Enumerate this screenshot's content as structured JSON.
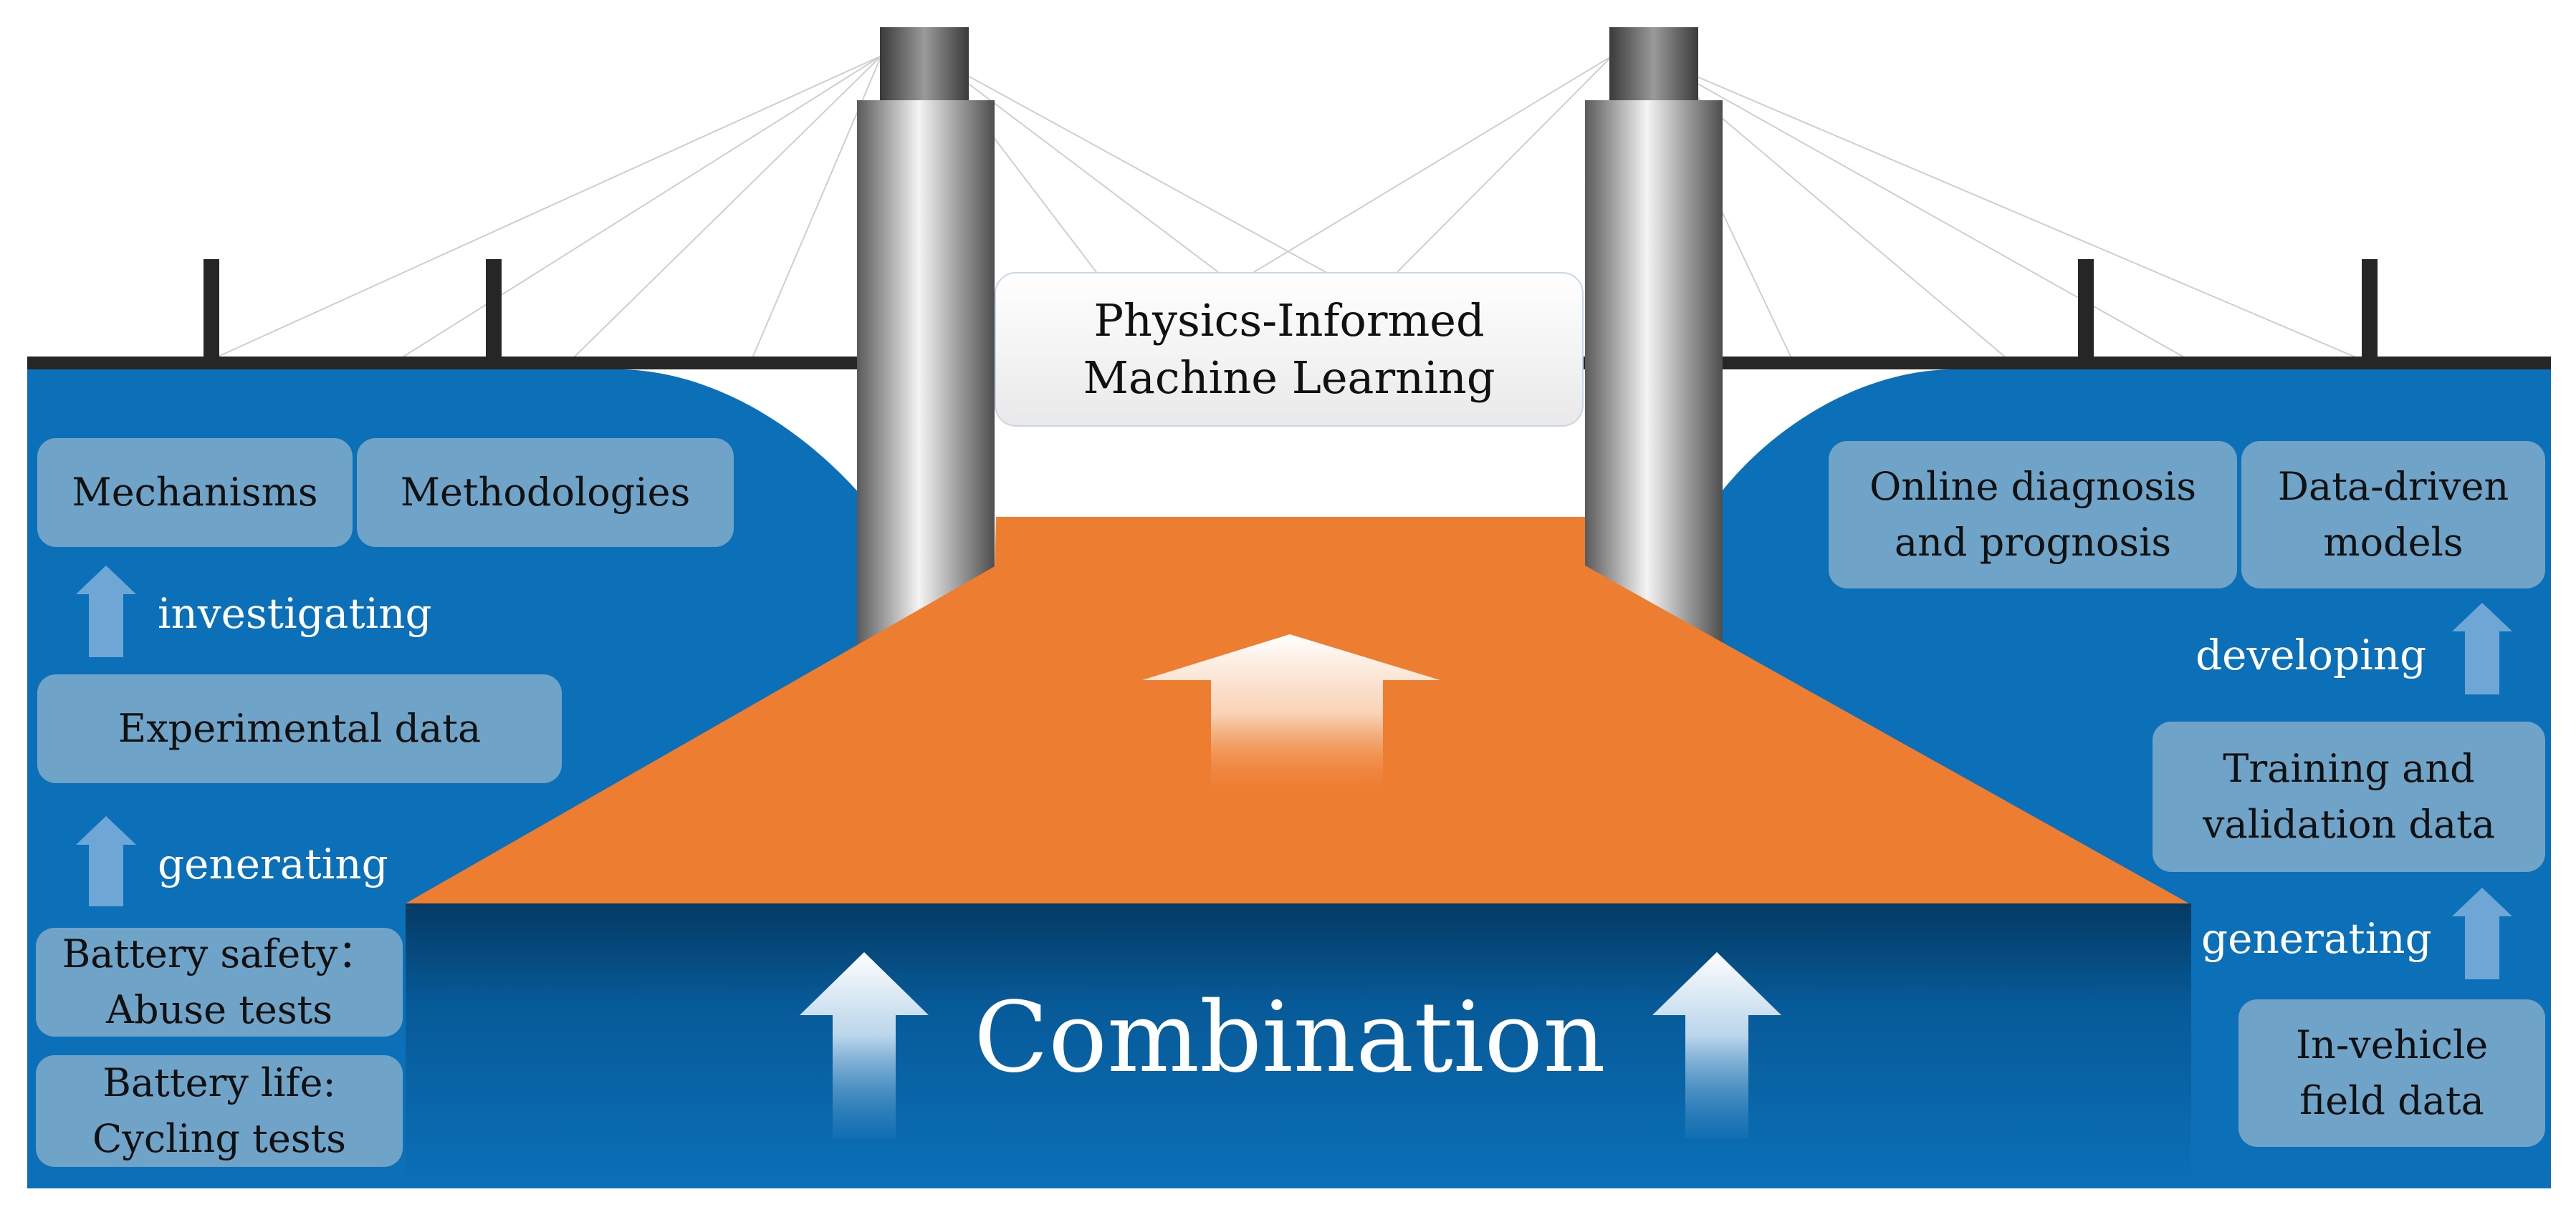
{
  "title": {
    "line1": "Physics-Informed",
    "line2": "Machine Learning"
  },
  "center_label": "Combination",
  "left": {
    "top_boxes": [
      "Mechanisms",
      "Methodologies"
    ],
    "label_investigating": "investigating",
    "experimental": "Experimental data",
    "label_generating": "generating",
    "safety": {
      "line1": "Battery safety：",
      "line2": "Abuse tests"
    },
    "life": {
      "line1": "Battery life:",
      "line2": "Cycling tests"
    }
  },
  "right": {
    "online": {
      "line1": "Online diagnosis",
      "line2": "and prognosis"
    },
    "datadriven": {
      "line1": "Data-driven",
      "line2": "models"
    },
    "label_developing": "developing",
    "training": {
      "line1": "Training and",
      "line2": "validation data"
    },
    "label_generating": "generating",
    "invehicle": {
      "line1": "In-vehicle",
      "line2": "field data"
    }
  },
  "colors": {
    "water": "#0b70b8",
    "deck": "#ed7d31",
    "box": "#8cb2cc",
    "arrow": "#6ea7d5"
  }
}
